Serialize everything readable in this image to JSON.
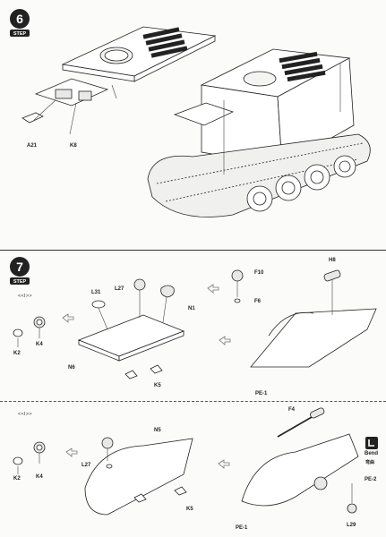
{
  "steps": [
    {
      "number": "6",
      "label": "STEP"
    },
    {
      "number": "7",
      "label": "STEP"
    }
  ],
  "step6": {
    "parts": [
      "A21",
      "K8"
    ]
  },
  "step7": {
    "subassembly_a": {
      "tag": "<<I>>",
      "parts": [
        "L31",
        "L27",
        "N1",
        "K2",
        "K4",
        "N6",
        "K5"
      ]
    },
    "subassembly_b": {
      "parts": [
        "F10",
        "F6",
        "H8",
        "PE-1"
      ]
    }
  },
  "step7_alt": {
    "tag": "<<I>>",
    "parts": [
      "N5",
      "L27",
      "K2",
      "K4",
      "K5",
      "F4",
      "PE-1",
      "PE-2",
      "L29"
    ],
    "bend": {
      "label": "Bend",
      "sublabel": "弯曲"
    }
  },
  "colors": {
    "ink": "#222222",
    "paper": "#fbfbf9"
  }
}
